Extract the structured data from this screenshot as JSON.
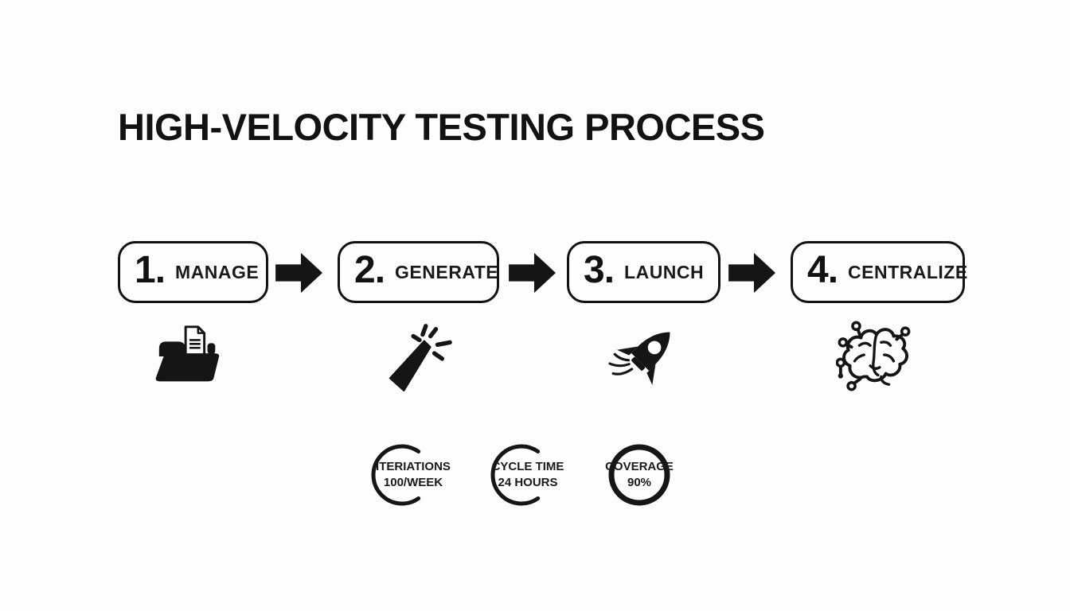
{
  "title": "HIGH-VELOCITY TESTING PROCESS",
  "steps": [
    {
      "number": "1.",
      "label": "MANAGE",
      "icon": "folder-documents-icon"
    },
    {
      "number": "2.",
      "label": "GENERATE",
      "icon": "magic-wand-icon"
    },
    {
      "number": "3.",
      "label": "LAUNCH",
      "icon": "rocket-icon"
    },
    {
      "number": "4.",
      "label": "CENTRALIZE",
      "icon": "ai-brain-icon"
    }
  ],
  "metrics": [
    {
      "label": "ITERIATIONS",
      "value": "100/WEEK",
      "ring": "open"
    },
    {
      "label": "CYCLE TIME",
      "value": "24 HOURS",
      "ring": "open"
    },
    {
      "label": "COVERAGE",
      "value": "90%",
      "ring": "closed"
    }
  ],
  "colors": {
    "background": "#fdfdfd",
    "ink": "#151515"
  }
}
